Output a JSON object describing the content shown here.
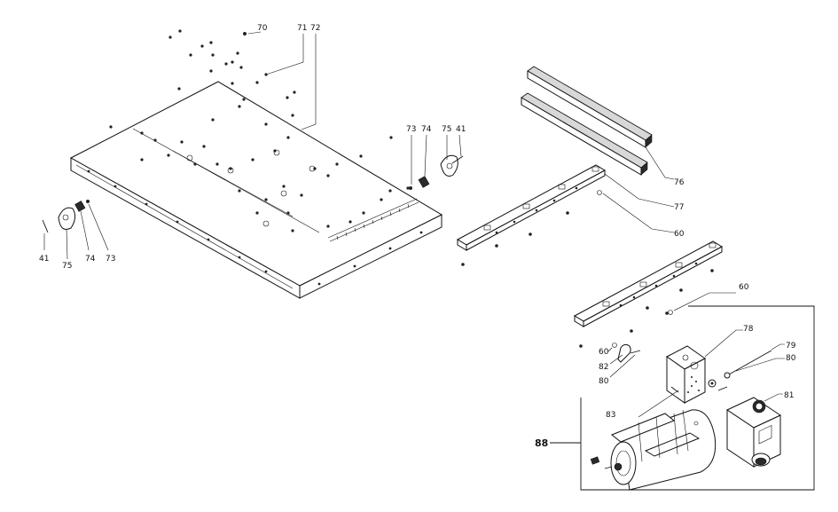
{
  "callouts": {
    "c70": "70",
    "c71": "71",
    "c72": "72",
    "c73a": "73",
    "c74a": "74",
    "c75a": "75",
    "c41a": "41",
    "c41b": "41",
    "c75b": "75",
    "c74b": "74",
    "c73b": "73",
    "c76": "76",
    "c77": "77",
    "c60a": "60",
    "c60b": "60",
    "c60c": "60",
    "c78": "78",
    "c79": "79",
    "c80a": "80",
    "c80b": "80",
    "c81": "81",
    "c82": "82",
    "c83": "83",
    "c88": "88"
  }
}
